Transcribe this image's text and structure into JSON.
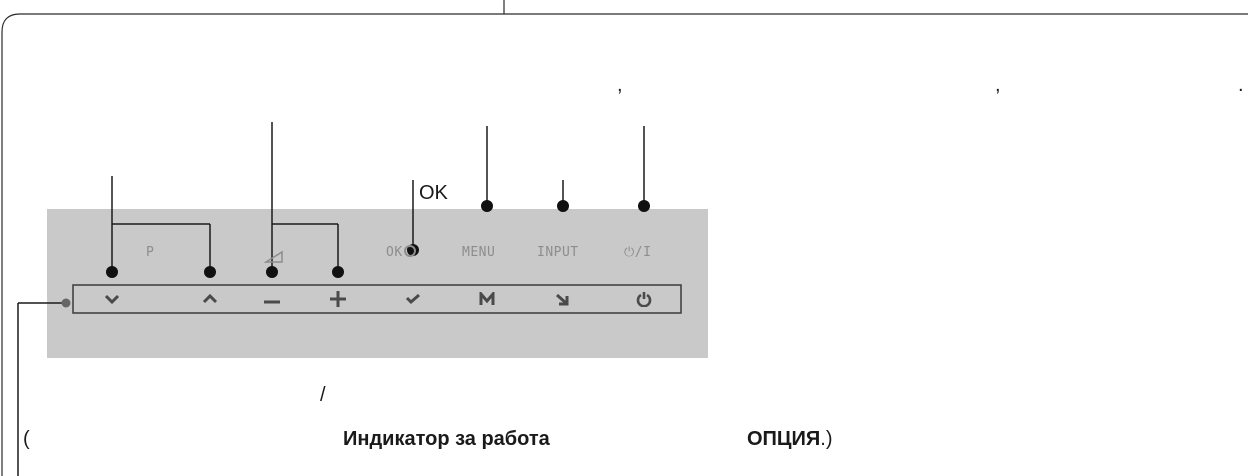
{
  "top_text": {
    "comma_1": ",",
    "comma_2": ",",
    "period": "."
  },
  "callouts": {
    "ok_label": "OK",
    "slash": "/"
  },
  "panel": {
    "background_color": "#c9c9c9",
    "labels": {
      "p": "P",
      "ok": "OK",
      "menu": "MENU",
      "input": "INPUT",
      "power": "⏻/I"
    },
    "buttons": [
      {
        "name": "program-down",
        "icon": "chevron-down-icon"
      },
      {
        "name": "program-up",
        "icon": "chevron-up-icon"
      },
      {
        "name": "volume-down",
        "icon": "minus-icon"
      },
      {
        "name": "volume-up",
        "icon": "plus-icon"
      },
      {
        "name": "ok",
        "icon": "checkmark-icon"
      },
      {
        "name": "menu",
        "icon": "menu-m-icon"
      },
      {
        "name": "input",
        "icon": "input-arrow-icon"
      },
      {
        "name": "power",
        "icon": "power-icon"
      }
    ]
  },
  "bottom_text": {
    "open_paren": "(",
    "indicator_label": "Индикатор за работа",
    "option_label": "ОПЦИЯ",
    "close": ".)"
  }
}
